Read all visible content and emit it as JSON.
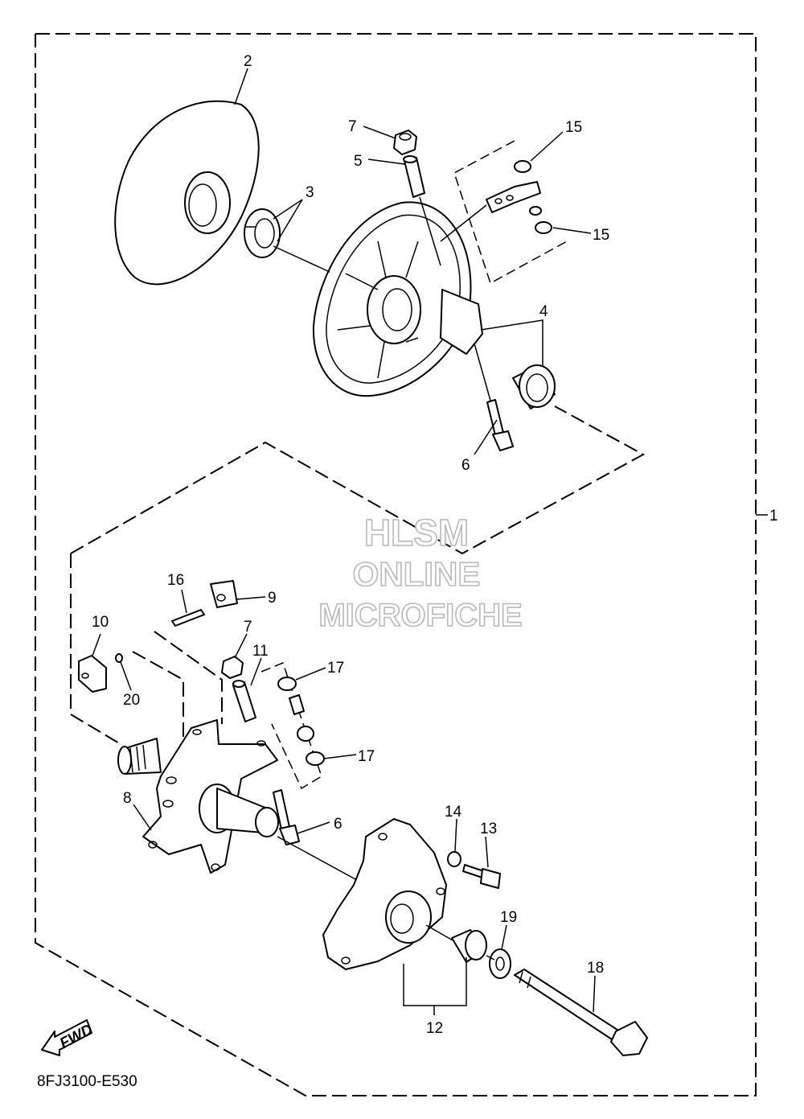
{
  "diagram": {
    "code": "8FJ3100-E530",
    "fwd_label": "FWD",
    "watermark": [
      "HLSM",
      "ONLINE",
      "MICROFICHE"
    ],
    "callouts": {
      "c1": "1",
      "c2": "2",
      "c3": "3",
      "c4": "4",
      "c5": "5",
      "c6a": "6",
      "c6b": "6",
      "c7a": "7",
      "c7b": "7",
      "c8": "8",
      "c9": "9",
      "c10": "10",
      "c11": "11",
      "c12": "12",
      "c13": "13",
      "c14": "14",
      "c15a": "15",
      "c15b": "15",
      "c16": "16",
      "c17a": "17",
      "c17b": "17",
      "c18": "18",
      "c19": "19",
      "c20": "20"
    }
  }
}
